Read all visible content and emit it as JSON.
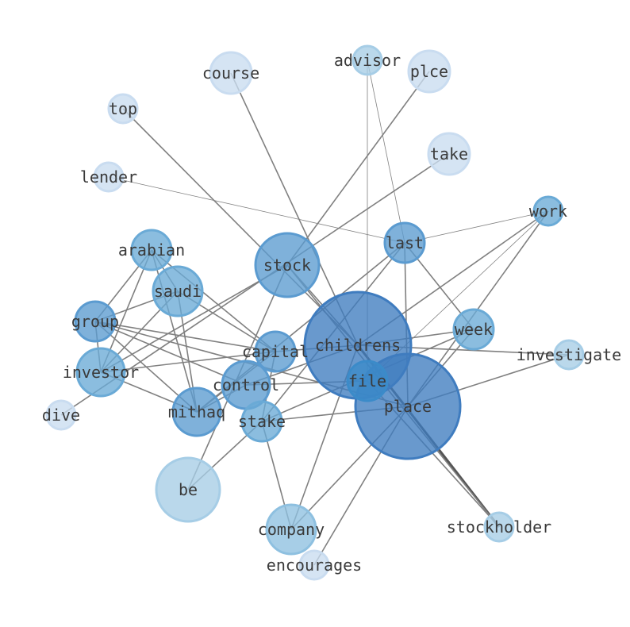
{
  "graph": {
    "nodes": [
      {
        "id": "childrens",
        "label": "childrens",
        "color": "#3f7cbf"
      },
      {
        "id": "place",
        "label": "place",
        "color": "#3f7cbf"
      },
      {
        "id": "stock",
        "label": "stock",
        "color": "#5b9bd0"
      },
      {
        "id": "file",
        "label": "file",
        "color": "#3b8bc9"
      },
      {
        "id": "last",
        "label": "last",
        "color": "#5b9bd0"
      },
      {
        "id": "week",
        "label": "week",
        "color": "#6aaad6"
      },
      {
        "id": "work",
        "label": "work",
        "color": "#6aaad6"
      },
      {
        "id": "capital",
        "label": "capital",
        "color": "#5b9bd0"
      },
      {
        "id": "control",
        "label": "control",
        "color": "#5b9bd0"
      },
      {
        "id": "mithaq",
        "label": "mithaq",
        "color": "#5b9bd0"
      },
      {
        "id": "stake",
        "label": "stake",
        "color": "#6aaad6"
      },
      {
        "id": "saudi",
        "label": "saudi",
        "color": "#6aaad6"
      },
      {
        "id": "arabian",
        "label": "arabian",
        "color": "#6aaad6"
      },
      {
        "id": "group",
        "label": "group",
        "color": "#5b9bd0"
      },
      {
        "id": "investor",
        "label": "investor",
        "color": "#6aaad6"
      },
      {
        "id": "company",
        "label": "company",
        "color": "#8ec0e0"
      },
      {
        "id": "be",
        "label": "be",
        "color": "#a6cde6"
      },
      {
        "id": "stockholder",
        "label": "stockholder",
        "color": "#a6cde6"
      },
      {
        "id": "investigate",
        "label": "investigate",
        "color": "#a6cde6"
      },
      {
        "id": "advisor",
        "label": "advisor",
        "color": "#a6cde6"
      },
      {
        "id": "plce",
        "label": "plce",
        "color": "#c9dcf0"
      },
      {
        "id": "course",
        "label": "course",
        "color": "#c9dcf0"
      },
      {
        "id": "top",
        "label": "top",
        "color": "#c9dcf0"
      },
      {
        "id": "take",
        "label": "take",
        "color": "#c9dcf0"
      },
      {
        "id": "lender",
        "label": "lender",
        "color": "#c9dcf0"
      },
      {
        "id": "dive",
        "label": "dive",
        "color": "#c9dcf0"
      },
      {
        "id": "encourages",
        "label": "encourages",
        "color": "#c9dcf0"
      }
    ],
    "edges": [
      [
        "childrens",
        "stockholder"
      ],
      [
        "childrens",
        "stock"
      ],
      [
        "childrens",
        "course"
      ],
      [
        "childrens",
        "top"
      ],
      [
        "childrens",
        "week"
      ],
      [
        "childrens",
        "investigate"
      ],
      [
        "childrens",
        "capital"
      ],
      [
        "childrens",
        "control"
      ],
      [
        "childrens",
        "company"
      ],
      [
        "childrens",
        "work"
      ],
      [
        "place",
        "week"
      ],
      [
        "place",
        "last"
      ],
      [
        "place",
        "investigate"
      ],
      [
        "place",
        "encourages"
      ],
      [
        "place",
        "company"
      ],
      [
        "place",
        "stake"
      ],
      [
        "place",
        "group"
      ],
      [
        "place",
        "work"
      ],
      [
        "stock",
        "plce"
      ],
      [
        "stock",
        "be"
      ],
      [
        "stock",
        "investor"
      ],
      [
        "stock",
        "stockholder"
      ],
      [
        "file",
        "advisor"
      ],
      [
        "file",
        "stockholder"
      ],
      [
        "last",
        "advisor"
      ],
      [
        "last",
        "lender"
      ],
      [
        "last",
        "work"
      ],
      [
        "last",
        "week"
      ],
      [
        "last",
        "mithaq"
      ],
      [
        "last",
        "stake"
      ],
      [
        "week",
        "stake"
      ],
      [
        "work",
        "file"
      ],
      [
        "take",
        "dive"
      ],
      [
        "capital",
        "saudi"
      ],
      [
        "capital",
        "arabian"
      ],
      [
        "capital",
        "group"
      ],
      [
        "capital",
        "investor"
      ],
      [
        "capital",
        "mithaq"
      ],
      [
        "capital",
        "stake"
      ],
      [
        "control",
        "group"
      ],
      [
        "control",
        "mithaq"
      ],
      [
        "control",
        "file"
      ],
      [
        "stake",
        "be"
      ],
      [
        "stake",
        "company"
      ],
      [
        "saudi",
        "arabian"
      ],
      [
        "saudi",
        "mithaq"
      ],
      [
        "saudi",
        "group"
      ],
      [
        "saudi",
        "investor"
      ],
      [
        "arabian",
        "group"
      ],
      [
        "arabian",
        "investor"
      ],
      [
        "arabian",
        "mithaq"
      ],
      [
        "group",
        "investor"
      ],
      [
        "group",
        "mithaq"
      ],
      [
        "investor",
        "mithaq"
      ]
    ]
  }
}
